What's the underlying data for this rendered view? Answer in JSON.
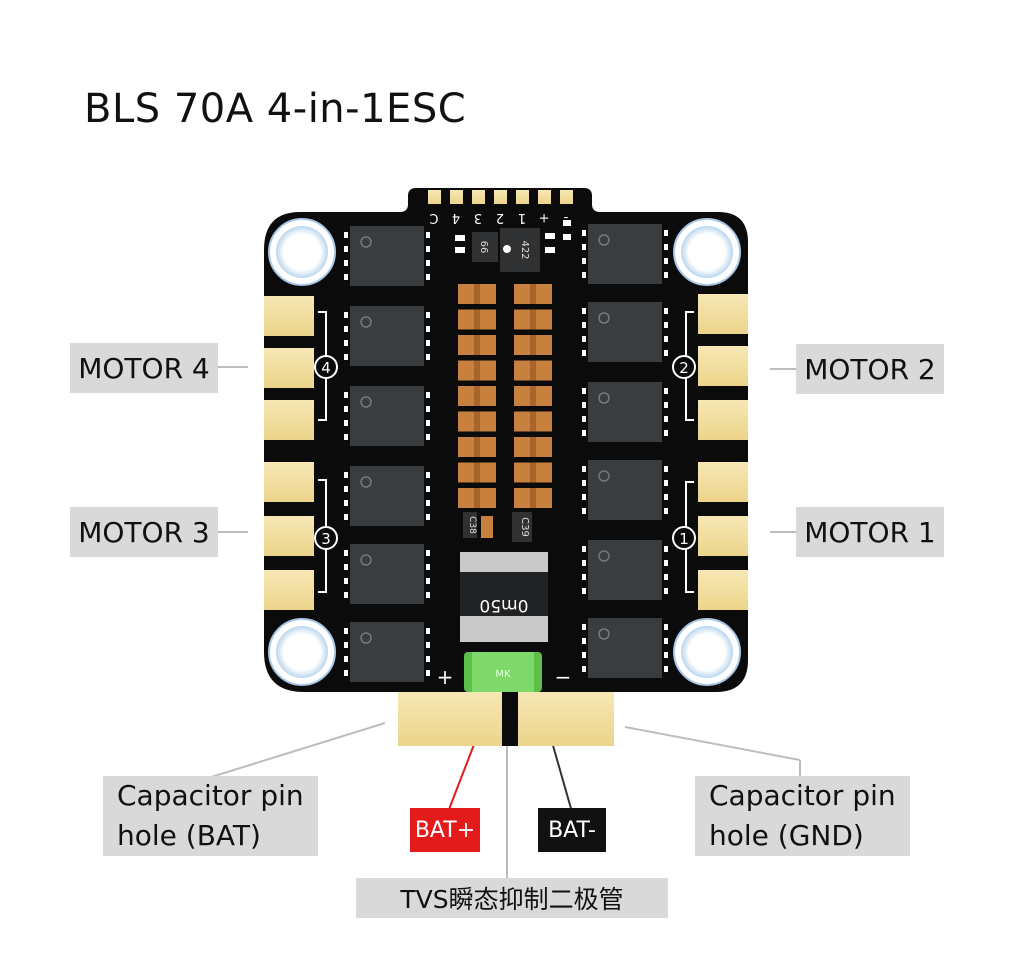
{
  "title": "BLS 70A 4-in-1ESC",
  "labels": {
    "motor4": "MOTOR 4",
    "motor2": "MOTOR 2",
    "motor3": "MOTOR 3",
    "motor1": "MOTOR 1",
    "cap_bat_line1": "Capacitor pin",
    "cap_bat_line2": "hole (BAT)",
    "cap_gnd_line1": "Capacitor pin",
    "cap_gnd_line2": "hole (GND)",
    "bat_plus": "BAT+",
    "bat_minus": "BAT-",
    "tvs": "TVS瞬态抑制二极管"
  },
  "board": {
    "header_pins": [
      "C",
      "4",
      "3",
      "2",
      "1",
      "+",
      "-"
    ],
    "group_numbers": [
      "4",
      "2",
      "3",
      "1"
    ],
    "chip_labels": [
      "66",
      "422"
    ],
    "cap_labels": [
      "C38",
      "C39"
    ],
    "shunt_label": "0m50",
    "tvs_label": "MK",
    "polarity_plus": "+",
    "polarity_minus": "−"
  },
  "colors": {
    "board": "#0b0b0b",
    "pad": "#f3dfa2",
    "mosfet": "#3a3d40",
    "capacitor": "#c8803e",
    "tvs": "#5ec04a",
    "bat_plus_badge": "#e41b1b",
    "bat_minus_badge": "#111111",
    "label_bg": "#d9d9d9"
  }
}
